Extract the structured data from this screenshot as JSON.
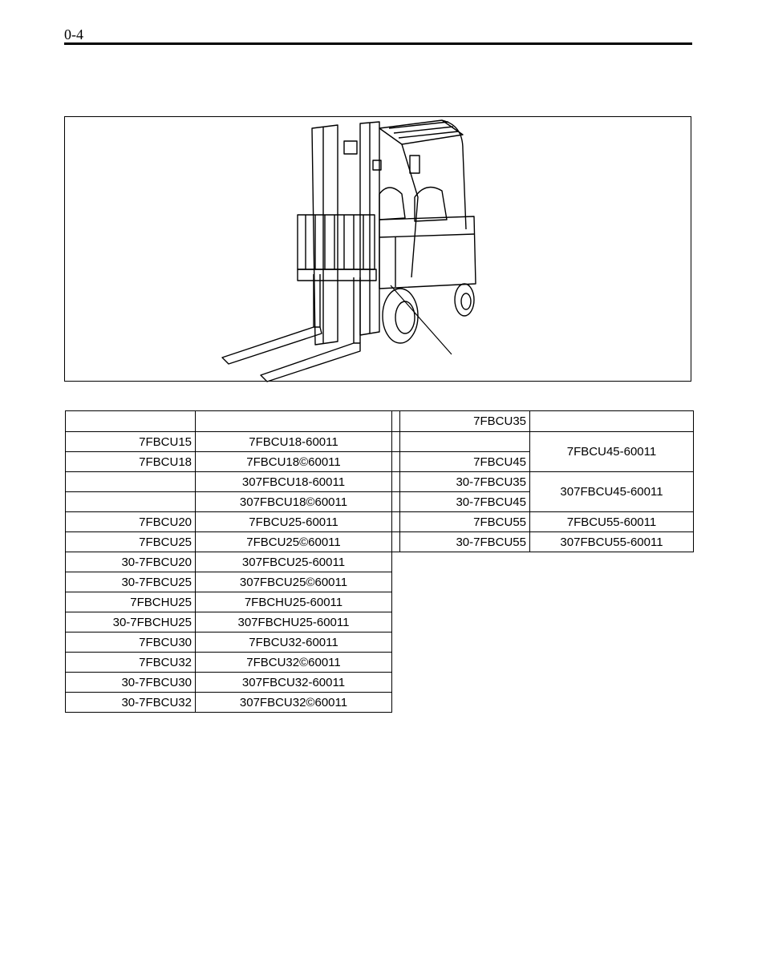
{
  "page": {
    "number": "0-4"
  },
  "figure": {
    "description_icon": "forklift-illustration"
  },
  "left_table": {
    "rows": [
      {
        "model": "",
        "serial": ""
      },
      {
        "model": "7FBCU15",
        "serial": "7FBCU18-60011"
      },
      {
        "model": "7FBCU18",
        "serial": "7FBCU18©60011"
      },
      {
        "model": "",
        "serial": "307FBCU18-60011"
      },
      {
        "model": "",
        "serial": "307FBCU18©60011"
      },
      {
        "model": "7FBCU20",
        "serial": "7FBCU25-60011"
      },
      {
        "model": "7FBCU25",
        "serial": "7FBCU25©60011"
      },
      {
        "model": "30-7FBCU20",
        "serial": "307FBCU25-60011"
      },
      {
        "model": "30-7FBCU25",
        "serial": "307FBCU25©60011"
      },
      {
        "model": "7FBCHU25",
        "serial": "7FBCHU25-60011"
      },
      {
        "model": "30-7FBCHU25",
        "serial": "307FBCHU25-60011"
      },
      {
        "model": "7FBCU30",
        "serial": "7FBCU32-60011"
      },
      {
        "model": "7FBCU32",
        "serial": "7FBCU32©60011"
      },
      {
        "model": "30-7FBCU30",
        "serial": "307FBCU32-60011"
      },
      {
        "model": "30-7FBCU32",
        "serial": "307FBCU32©60011"
      }
    ]
  },
  "right_table": {
    "rows": [
      {
        "model": "7FBCU35",
        "serial": ""
      },
      {
        "model": "",
        "serial": "7FBCU45-60011"
      },
      {
        "model": "7FBCU45",
        "serial": ""
      },
      {
        "model": "30-7FBCU35",
        "serial": "307FBCU45-60011"
      },
      {
        "model": "30-7FBCU45",
        "serial": ""
      },
      {
        "model": "7FBCU55",
        "serial": "7FBCU55-60011"
      },
      {
        "model": "30-7FBCU55",
        "serial": "307FBCU55-60011"
      }
    ]
  }
}
